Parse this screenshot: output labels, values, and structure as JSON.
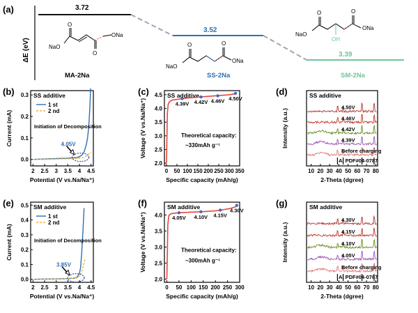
{
  "figure": {
    "panel_a": {
      "label": "(a)",
      "ylabel": "ΔE (eV)",
      "levels": [
        {
          "name": "MA-2Na",
          "value": "3.72",
          "color": "#111111"
        },
        {
          "name": "SS-2Na",
          "value": "3.52",
          "color": "#2f6fb0"
        },
        {
          "name": "SM-2Na",
          "value": "3.39",
          "color": "#6fc49a"
        }
      ],
      "molecule_labels": {
        "ma_left": "NaO",
        "ma_right": "ONa",
        "ma_top": "O",
        "ma_bottom": "O",
        "ss_left": "NaO",
        "ss_right": "ONa",
        "ss_o1": "O",
        "ss_o2": "O",
        "sm_left": "NaO",
        "sm_right": "ONa",
        "sm_oh": "OH",
        "sm_o1": "O",
        "sm_o2": "O"
      }
    },
    "colors": {
      "blue": "#2f6fb0",
      "orange": "#f5b041",
      "red": "#e8453c",
      "point": "#3a6fc4"
    }
  },
  "chart_data": [
    {
      "id": "b",
      "type": "line",
      "label": "(b)",
      "title": "SS additive",
      "xlabel": "Potential (V vs.Na/Na⁺)",
      "ylabel": "Current (mA)",
      "xlim": [
        1.9,
        4.6
      ],
      "ylim": [
        -0.03,
        0.32
      ],
      "xticks": [
        2.0,
        2.5,
        3.0,
        3.5,
        4.0,
        4.5
      ],
      "yticks": [
        0.0,
        0.1,
        0.2,
        0.3
      ],
      "series": [
        {
          "name": "1 st",
          "x": [
            2.0,
            2.5,
            3.0,
            3.5,
            3.9,
            4.0,
            4.1,
            4.2,
            4.3,
            4.35,
            4.4,
            4.45,
            4.48
          ],
          "y": [
            0.0,
            0.002,
            0.004,
            0.006,
            0.009,
            0.013,
            0.02,
            0.035,
            0.07,
            0.1,
            0.15,
            0.24,
            0.33
          ]
        },
        {
          "name": "2 nd",
          "x": [
            2.0,
            2.5,
            3.0,
            3.5,
            4.0,
            4.2,
            4.35,
            4.5
          ],
          "y": [
            0.0,
            0.001,
            0.002,
            0.003,
            0.006,
            0.01,
            0.02,
            0.035
          ]
        }
      ],
      "annotation": "Initiation of Decomposition",
      "marker_value": "4.05V"
    },
    {
      "id": "c",
      "type": "line",
      "label": "(c)",
      "title": "SS additive",
      "xlabel": "Specific capacity (mAh/g)",
      "ylabel": "Voltage (V vs.Na/Na⁺)",
      "xlim": [
        -10,
        350
      ],
      "ylim": [
        1.9,
        4.65
      ],
      "xticks": [
        0,
        50,
        100,
        150,
        200,
        250,
        300,
        350
      ],
      "yticks": [
        2.0,
        2.5,
        3.0,
        3.5,
        4.0,
        4.5
      ],
      "series": [
        {
          "name": "charge",
          "x": [
            0,
            2,
            4,
            8,
            15,
            25,
            50,
            75,
            100,
            150,
            200,
            250,
            300,
            325,
            335
          ],
          "y": [
            2.0,
            2.9,
            3.8,
            4.15,
            4.25,
            4.3,
            4.33,
            4.36,
            4.38,
            4.41,
            4.44,
            4.47,
            4.5,
            4.53,
            4.58
          ]
        }
      ],
      "points": [
        {
          "label": "4.39V",
          "x": 75,
          "y": 4.36
        },
        {
          "label": "4.42V",
          "x": 165,
          "y": 4.42
        },
        {
          "label": "4.46V",
          "x": 245,
          "y": 4.46
        },
        {
          "label": "4.50V",
          "x": 330,
          "y": 4.55
        }
      ],
      "text1": "Theoretical capacity:",
      "text2": "~330mAh g⁻¹"
    },
    {
      "id": "d",
      "type": "line",
      "label": "(d)",
      "title": "SS additive",
      "xlabel": "2-Theta (dgree)",
      "ylabel": "Intensity (a.u.)",
      "xlim": [
        5,
        82
      ],
      "xticks": [
        10,
        20,
        30,
        40,
        50,
        60,
        70,
        80
      ],
      "patterns": [
        {
          "name": "4.50V",
          "color": "#b03a3a"
        },
        {
          "name": "4.46V",
          "color": "#c0392b"
        },
        {
          "name": "4.42V",
          "color": "#6b8e23"
        },
        {
          "name": "4.39V",
          "color": "#9b59b6"
        },
        {
          "name": "Before charging",
          "color": "#e07a7a"
        }
      ],
      "reference": "Al PDF#04-0787",
      "reference_peaks": [
        38.5,
        44.7,
        65.1,
        78.2
      ]
    },
    {
      "id": "e",
      "type": "line",
      "label": "(e)",
      "title": "SM additive",
      "xlabel": "Potential (V vs.Na/Na⁺)",
      "ylabel": "Current (mA)",
      "xlim": [
        1.9,
        4.6
      ],
      "ylim": [
        -0.02,
        0.52
      ],
      "xticks": [
        2.0,
        2.5,
        3.0,
        3.5,
        4.0,
        4.5
      ],
      "yticks": [
        0.0,
        0.1,
        0.2,
        0.3,
        0.4,
        0.5
      ],
      "series": [
        {
          "name": "1 st",
          "x": [
            2.0,
            2.5,
            3.0,
            3.5,
            3.8,
            3.9,
            4.0,
            4.05,
            4.1,
            4.15,
            4.2
          ],
          "y": [
            0.0,
            0.002,
            0.003,
            0.005,
            0.008,
            0.015,
            0.04,
            0.08,
            0.18,
            0.32,
            0.48
          ]
        },
        {
          "name": "2 nd",
          "x": [
            2.0,
            2.5,
            3.0,
            3.5,
            3.9,
            4.05,
            4.15,
            4.25
          ],
          "y": [
            0.0,
            0.001,
            0.002,
            0.004,
            0.01,
            0.03,
            0.08,
            0.14
          ]
        }
      ],
      "annotation": "Initiation of Decomposition",
      "marker_value": "3.85V"
    },
    {
      "id": "f",
      "type": "line",
      "label": "(f)",
      "title": "SM additive",
      "xlabel": "Specific capacity (mAh/g)",
      "ylabel": "Voltage (V vs.Na/Na⁺)",
      "xlim": [
        -10,
        300
      ],
      "ylim": [
        1.9,
        4.4
      ],
      "xticks": [
        0,
        50,
        100,
        150,
        200,
        250,
        300
      ],
      "yticks": [
        2.0,
        2.5,
        3.0,
        3.5,
        4.0
      ],
      "series": [
        {
          "name": "charge",
          "x": [
            0,
            2,
            4,
            8,
            15,
            25,
            50,
            100,
            140,
            200,
            220,
            260,
            285,
            290
          ],
          "y": [
            2.0,
            2.8,
            3.7,
            3.98,
            4.03,
            4.05,
            4.07,
            4.09,
            4.1,
            4.13,
            4.15,
            4.2,
            4.26,
            4.3
          ]
        }
      ],
      "points": [
        {
          "label": "4.05V",
          "x": 50,
          "y": 4.07
        },
        {
          "label": "4.10V",
          "x": 140,
          "y": 4.1
        },
        {
          "label": "4.15V",
          "x": 220,
          "y": 4.15
        },
        {
          "label": "4.30V",
          "x": 288,
          "y": 4.3
        }
      ],
      "text1": "Theoretical capacity:",
      "text2": "~300mAh g⁻¹"
    },
    {
      "id": "g",
      "type": "line",
      "label": "(g)",
      "title": "SM additive",
      "xlabel": "2-Theta (dgree)",
      "ylabel": "Intensity (a.u.)",
      "xlim": [
        5,
        82
      ],
      "xticks": [
        10,
        20,
        30,
        40,
        50,
        60,
        70,
        80
      ],
      "patterns": [
        {
          "name": "4.30V",
          "color": "#b03a3a"
        },
        {
          "name": "4.15V",
          "color": "#c0392b"
        },
        {
          "name": "4.10V",
          "color": "#6b8e23"
        },
        {
          "name": "4.05V",
          "color": "#9b59b6"
        },
        {
          "name": "Before charging",
          "color": "#e07a7a"
        }
      ],
      "reference": "Al PDF#04-0787",
      "reference_peaks": [
        38.5,
        44.7,
        65.1,
        78.2
      ]
    }
  ]
}
